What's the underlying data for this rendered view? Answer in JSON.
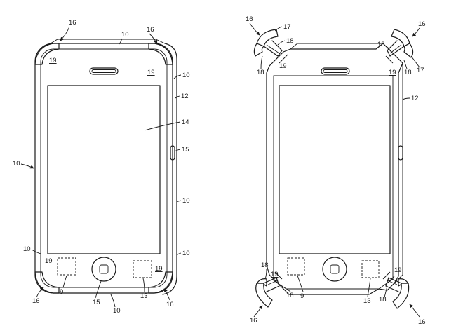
{
  "labels": {
    "bezel": "10",
    "side": "12",
    "screen": "14",
    "switch": "15",
    "bumper": "16",
    "bumper_cap": "17",
    "bumper_post": "18",
    "corner": "19",
    "key_left": "9",
    "key_right": "13"
  }
}
